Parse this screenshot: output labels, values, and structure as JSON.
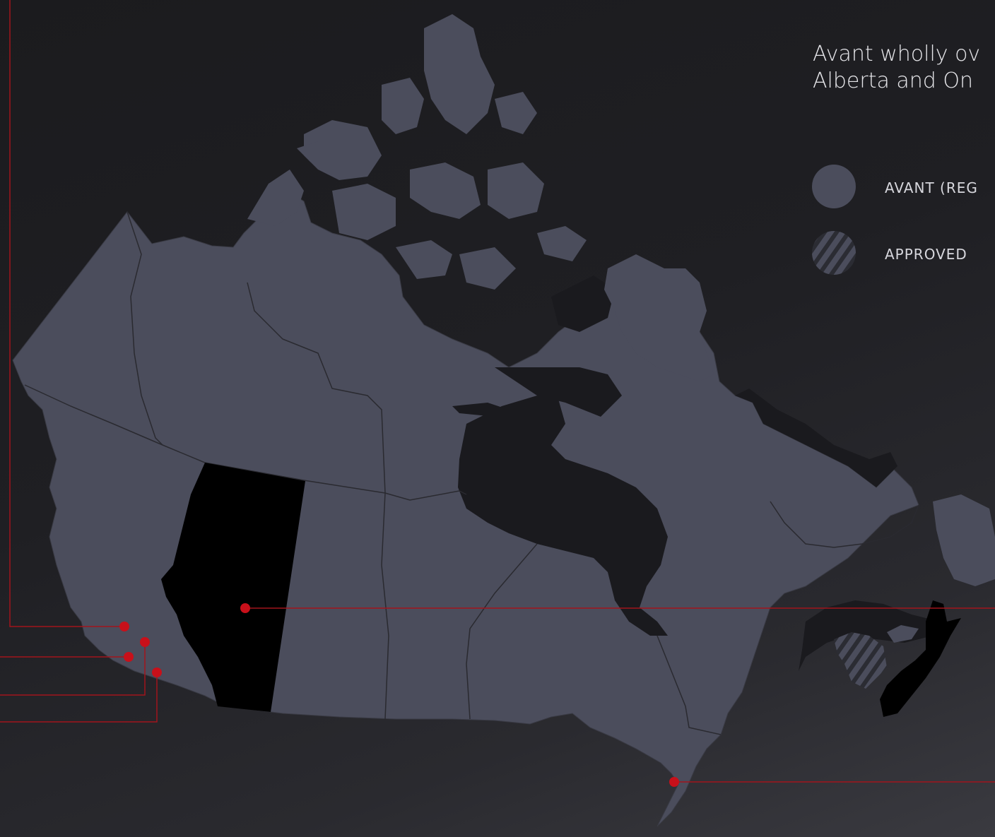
{
  "heading": {
    "line1": "Avant wholly ov",
    "line2": "Alberta and On"
  },
  "legend": [
    {
      "label": "AVANT (REG",
      "swatch": "solid",
      "icon": "circle-solid-icon"
    },
    {
      "label": "APPROVED",
      "swatch": "striped",
      "icon": "circle-striped-icon"
    }
  ],
  "colors": {
    "land": "#4b4d5c",
    "water": "#1a1a1e",
    "highlight": "#000000",
    "marker": "#c8101a",
    "leader_line": "#a1141c",
    "border": "#2a2a30"
  },
  "regions": [
    {
      "name": "alberta",
      "style": "highlight"
    },
    {
      "name": "nova-scotia",
      "style": "highlight"
    },
    {
      "name": "new-brunswick",
      "style": "striped"
    }
  ],
  "markers": [
    "alberta-marker",
    "bc-marker-1",
    "bc-marker-2",
    "bc-marker-3",
    "bc-marker-4",
    "ontario-marker"
  ]
}
